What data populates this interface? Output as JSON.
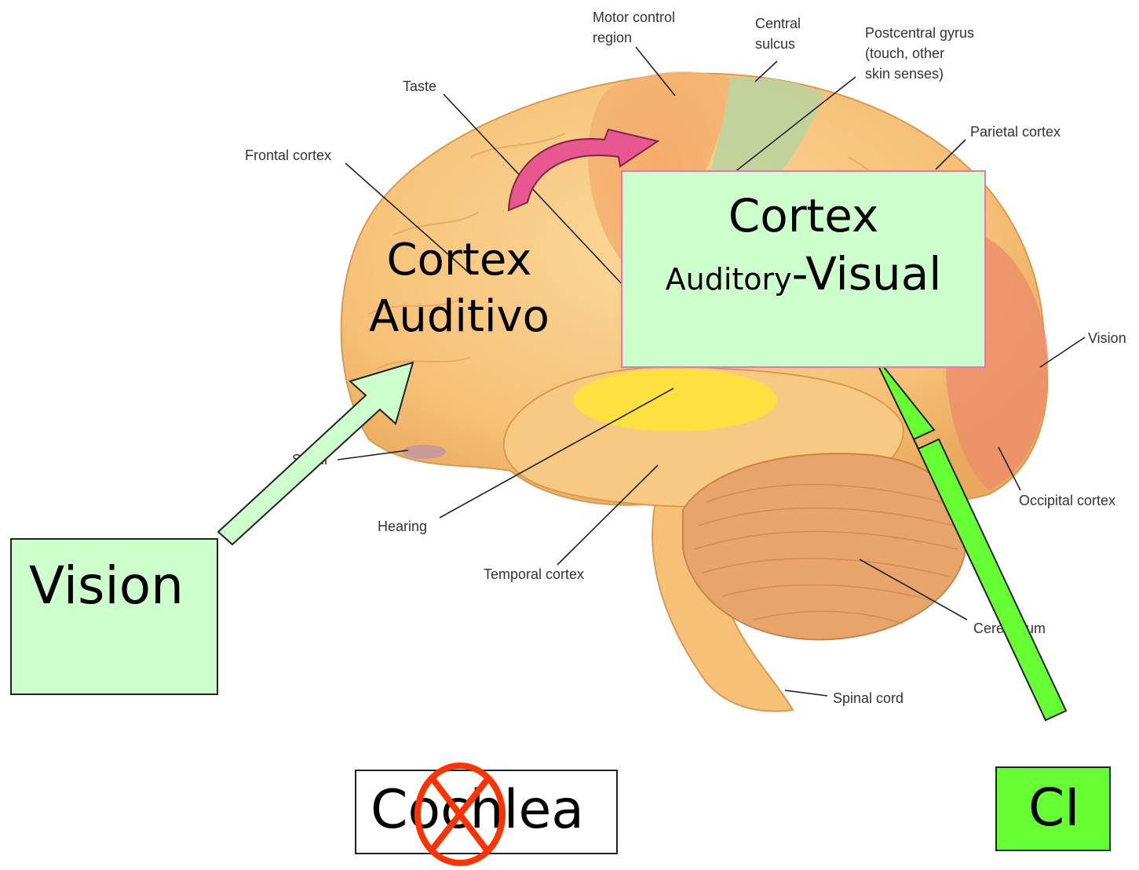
{
  "labels": {
    "motor": [
      "Motor control",
      "region"
    ],
    "central": [
      "Central",
      "sulcus"
    ],
    "postcentral": [
      "Postcentral gyrus",
      "(touch, other",
      "skin senses)"
    ],
    "taste": "Taste",
    "frontal": "Frontal cortex",
    "parietal": "Parietal cortex",
    "vision_area": "Vision",
    "smell": "Smell",
    "occipital": "Occipital cortex",
    "hearing": "Hearing",
    "temporal": "Temporal cortex",
    "cerebellum": "Cerebellum",
    "spinal": "Spinal cord"
  },
  "overlays": {
    "auditory_cortex": [
      "Cortex",
      "Auditivo"
    ],
    "av_cortex_title": "Cortex",
    "av_cortex_small": "Auditory",
    "av_cortex_large": "-Visual",
    "vision_box": "Vision",
    "cochlea_box": "Cochlea",
    "ci_box": "CI"
  },
  "colors": {
    "brain": "#f9c982",
    "green_box": "#ccffcc",
    "ci_green": "#66ff33",
    "pink_arrow": "#e8578f",
    "cross": "#ff3300"
  }
}
